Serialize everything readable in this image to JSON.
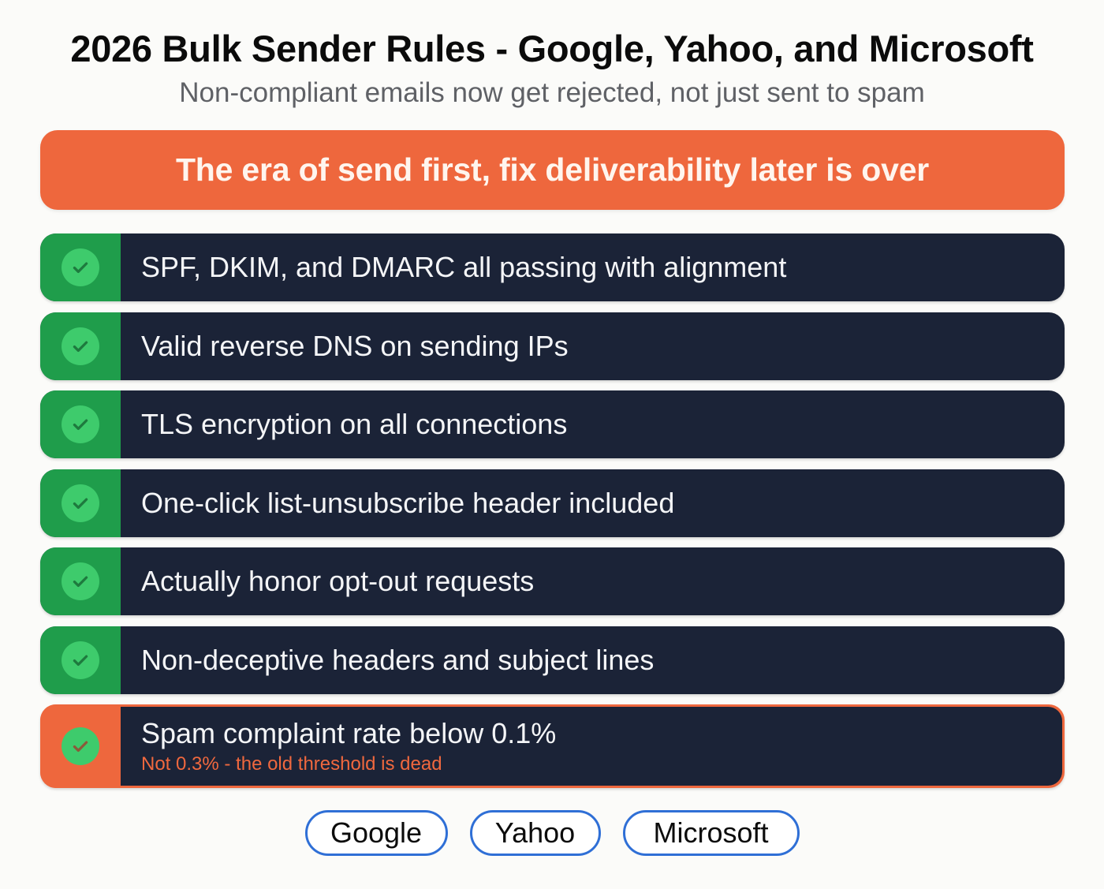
{
  "header": {
    "title": "2026 Bulk Sender Rules - Google, Yahoo, and Microsoft",
    "subtitle": "Non-compliant emails now get rejected, not just sent to spam"
  },
  "banner": {
    "text": "The era of send first, fix deliverability later is over",
    "color": "#ee673d"
  },
  "rules": [
    {
      "label": "SPF, DKIM, and DMARC all passing with alignment",
      "icon": "check-circle-icon",
      "status": "pass"
    },
    {
      "label": "Valid reverse DNS on sending IPs",
      "icon": "check-circle-icon",
      "status": "pass"
    },
    {
      "label": "TLS encryption on all connections",
      "icon": "check-circle-icon",
      "status": "pass"
    },
    {
      "label": "One-click list-unsubscribe header included",
      "icon": "check-circle-icon",
      "status": "pass"
    },
    {
      "label": "Actually honor opt-out requests",
      "icon": "check-circle-icon",
      "status": "pass"
    },
    {
      "label": "Non-deceptive headers and subject lines",
      "icon": "check-circle-icon",
      "status": "pass"
    },
    {
      "label": "Spam complaint rate below 0.1%",
      "note": "Not 0.3% - the old threshold is dead",
      "icon": "check-circle-icon",
      "status": "highlight"
    }
  ],
  "providers": [
    "Google",
    "Yahoo",
    "Microsoft"
  ],
  "colors": {
    "pass": "#1f9d4b",
    "check": "#3ecb6c",
    "row_bg": "#1b2337",
    "accent": "#ee673d",
    "pill_border": "#2f6fd6"
  }
}
